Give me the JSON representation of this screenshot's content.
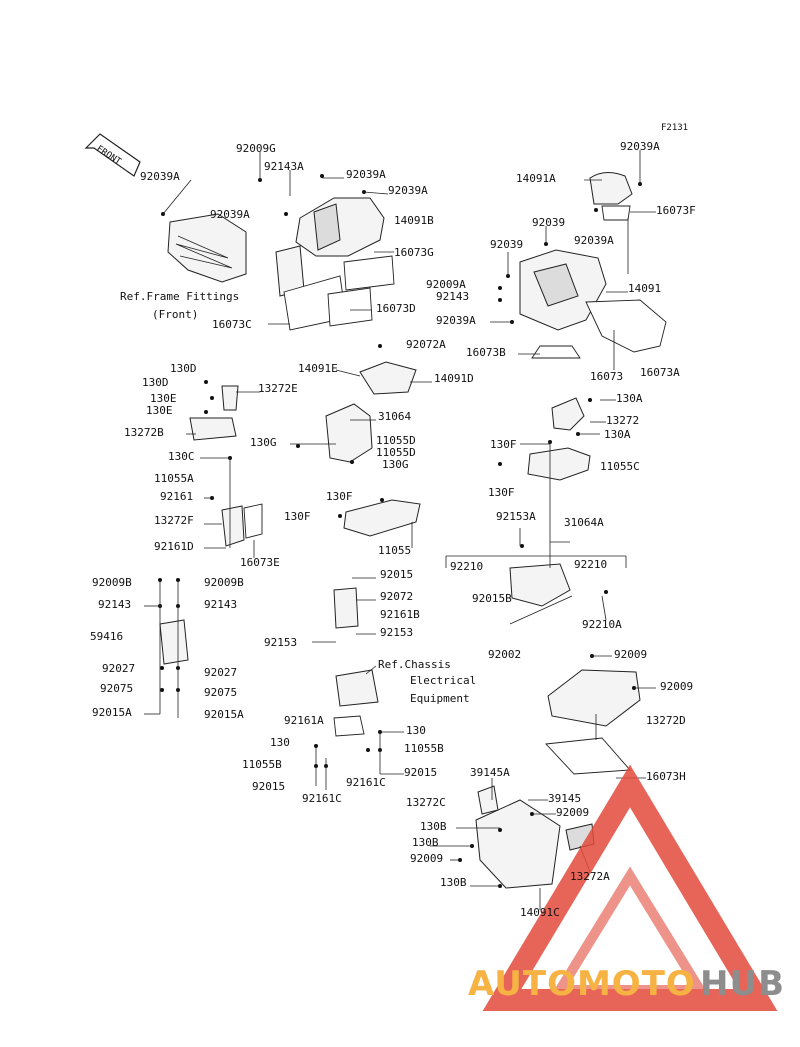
{
  "figure_code": "F2131",
  "front_arrow_label": "FRONT",
  "labels": [
    "92039A",
    "92009G",
    "92143A",
    "92039A",
    "92039A",
    "92039A",
    "14091B",
    "16073G",
    "Ref.Frame Fittings",
    "(Front)",
    "16073C",
    "16073D",
    "92039A",
    "14091A",
    "16073F",
    "92039",
    "92039A",
    "92039",
    "92009A",
    "92143",
    "14091",
    "92039A",
    "16073B",
    "16073",
    "16073A",
    "130D",
    "130D",
    "13272E",
    "130E",
    "130E",
    "13272B",
    "14091E",
    "92072A",
    "14091D",
    "31064",
    "130G",
    "11055D",
    "11055D",
    "130G",
    "130A",
    "13272",
    "130A",
    "130F",
    "11055C",
    "130F",
    "130C",
    "11055A",
    "92161",
    "130F",
    "13272F",
    "130F",
    "11055",
    "92161D",
    "16073E",
    "92153A",
    "31064A",
    "92210",
    "92210",
    "92015B",
    "92210A",
    "92009B",
    "92009B",
    "92143",
    "92143",
    "59416",
    "92027",
    "92027",
    "92075",
    "92075",
    "92015A",
    "92015A",
    "92015",
    "92072",
    "92161B",
    "92153",
    "92153",
    "92002",
    "92009",
    "92009",
    "13272D",
    "Ref.Chassis",
    "Electrical",
    "Equipment",
    "92161A",
    "130",
    "130",
    "11055B",
    "11055B",
    "92015",
    "92015",
    "92161C",
    "92161C",
    "16073H",
    "39145A",
    "39145",
    "13272C",
    "92009",
    "130B",
    "130B",
    "92009",
    "13272A",
    "130B",
    "14091C"
  ],
  "watermark": {
    "part1": "AUTOMOTO",
    "part2": "HUB",
    "color1": "#f5a623",
    "color2": "#7a7a7a",
    "logo_color": "#e24b3b"
  }
}
